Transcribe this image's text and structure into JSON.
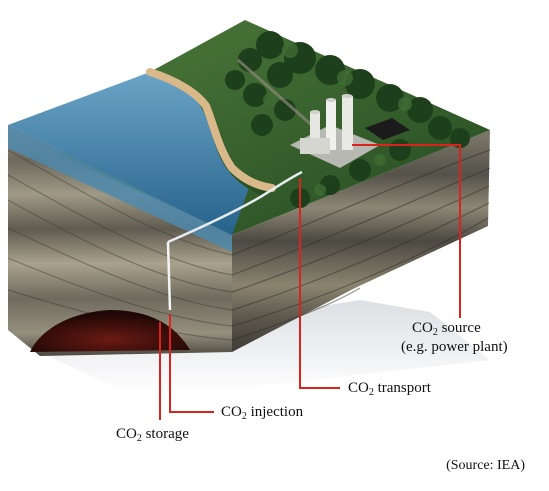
{
  "labels": {
    "source": {
      "prefix": "CO",
      "sub": "2",
      "suffix": " source",
      "line2": "(e.g. power plant)"
    },
    "transport": {
      "prefix": "CO",
      "sub": "2",
      "suffix": " transport"
    },
    "injection": {
      "prefix": "CO",
      "sub": "2",
      "suffix": " injection"
    },
    "storage": {
      "prefix": "CO",
      "sub": "2",
      "suffix": " storage"
    }
  },
  "credit": "(Source: IEA)",
  "colors": {
    "leader": "#d8241c",
    "sea": "#3d7fa8",
    "forest": "#2f5a2a",
    "sand": "#d9b98a",
    "rock_light": "#8a8577",
    "rock_dark": "#4d4a42",
    "reservoir": "#3a0d0a"
  }
}
